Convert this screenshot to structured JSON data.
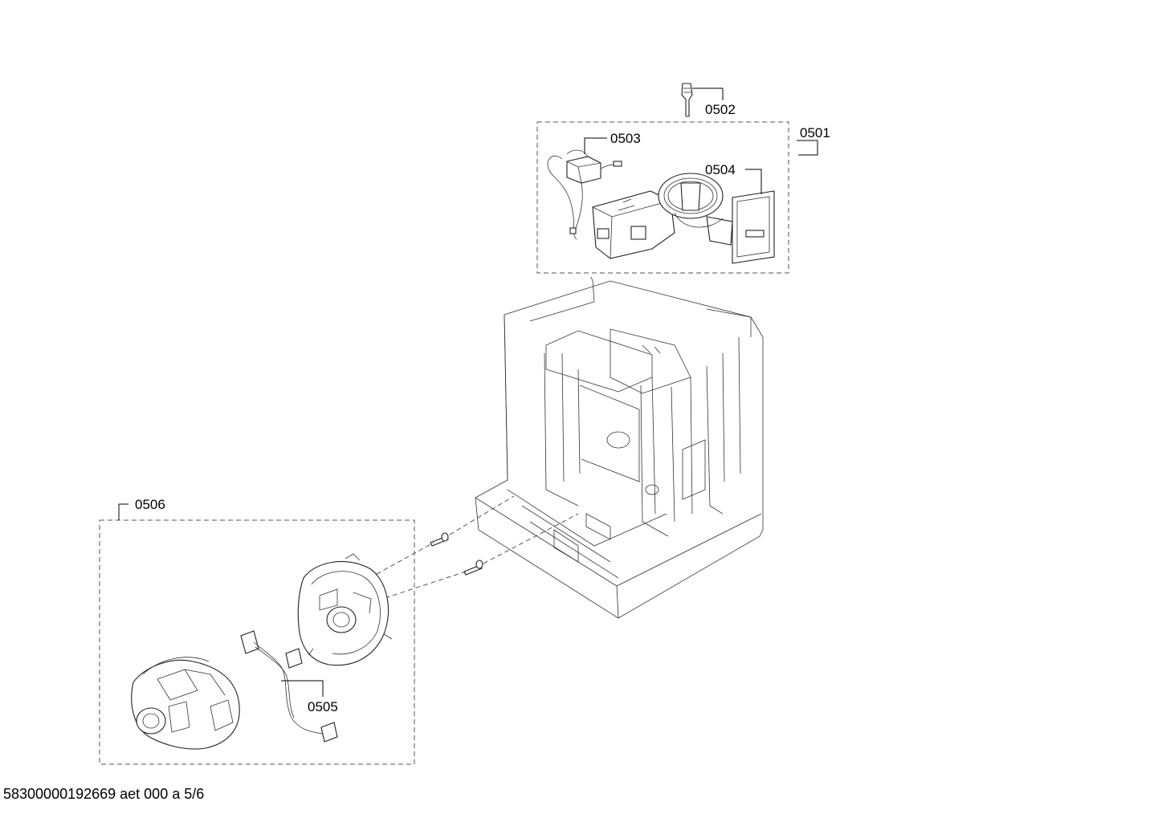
{
  "callouts": {
    "c0501": "0501",
    "c0502": "0502",
    "c0503": "0503",
    "c0504": "0504",
    "c0505": "0505",
    "c0506": "0506"
  },
  "footer": {
    "doc_id": "58300000192669 aet 000 a 5/6"
  }
}
